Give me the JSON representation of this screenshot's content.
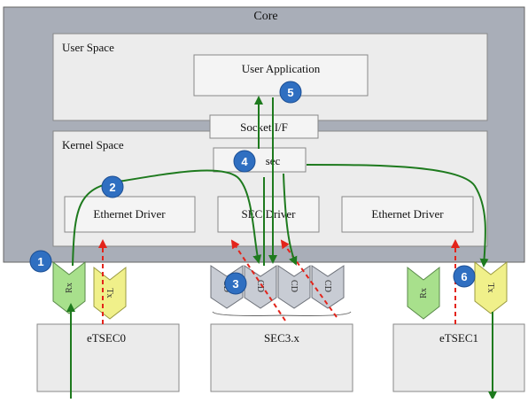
{
  "title": "Core",
  "user_space": {
    "label": "User Space",
    "app": "User Application"
  },
  "socket_if": "Socket I/F",
  "kernel_space": {
    "label": "Kernel Space",
    "ipsec": "sec",
    "drivers": [
      "Ethernet Driver",
      "SEC Driver",
      "Ethernet Driver"
    ]
  },
  "hardware": [
    "eTSEC0",
    "SEC3.x",
    "eTSEC1"
  ],
  "queues": {
    "rx": "Rx",
    "tx": "Tx",
    "crypto": "CD"
  },
  "steps": [
    "1",
    "2",
    "3",
    "4",
    "5",
    "6"
  ],
  "colors": {
    "core_bg": "#a9aeb8",
    "panel_bg": "#ececec",
    "badge": "#2f6fc1",
    "path": "#1e7a1e",
    "dashed": "#e3241b",
    "rx_fill": "#a8e08c",
    "tx_fill": "#f0f08a",
    "cd_fill": "#c8ccd4"
  }
}
